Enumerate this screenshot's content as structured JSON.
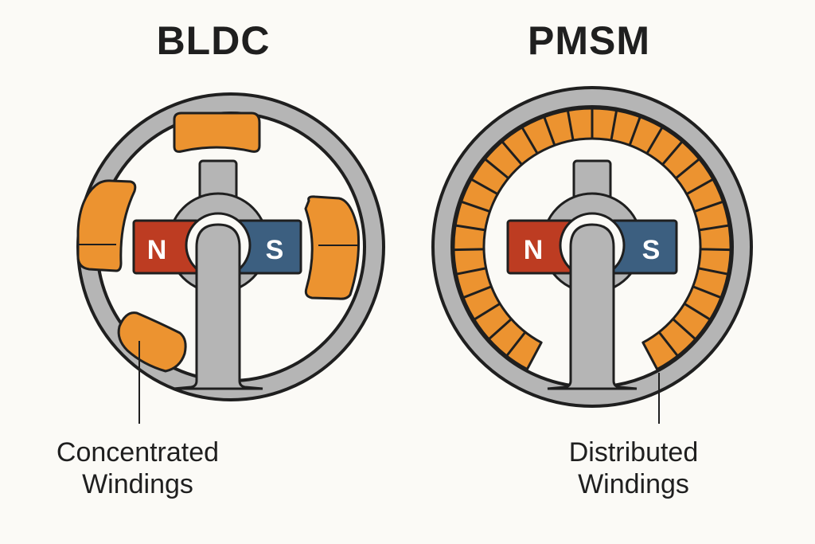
{
  "diagram": {
    "left": {
      "title": "BLDC",
      "caption_line1": "Concentrated",
      "caption_line2": "Windings",
      "rotor_north_label": "N",
      "rotor_south_label": "S",
      "winding_type": "concentrated"
    },
    "right": {
      "title": "PMSM",
      "caption_line1": "Distributed",
      "caption_line2": "Windings",
      "rotor_north_label": "N",
      "rotor_south_label": "S",
      "winding_type": "distributed"
    }
  },
  "colors": {
    "background": "#fbfaf6",
    "stator_gray": "#b5b5b5",
    "winding_orange": "#ec9330",
    "north_red": "#bd3c22",
    "south_blue": "#3c5f80",
    "outline": "#1f1f1f"
  }
}
